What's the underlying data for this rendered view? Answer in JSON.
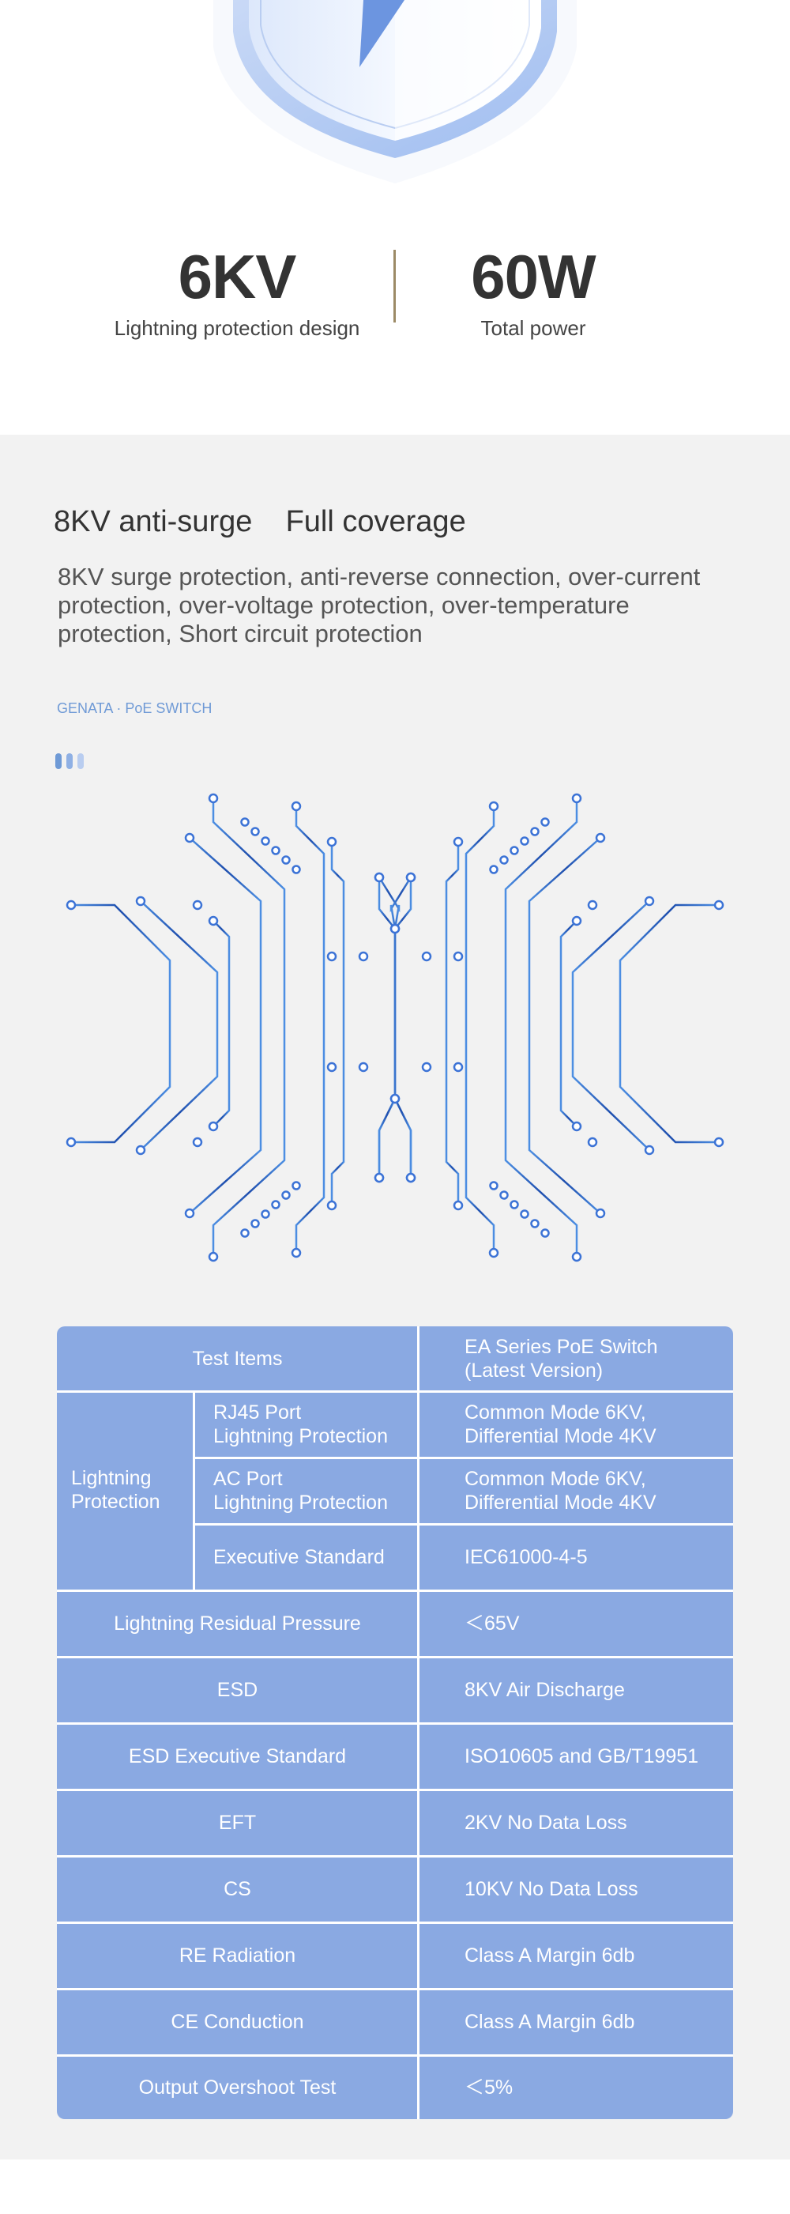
{
  "stats": [
    {
      "value": "6KV",
      "label": "Lightning protection design"
    },
    {
      "value": "60W",
      "label": "Total power"
    }
  ],
  "section": {
    "heading": "8KV anti-surge    Full coverage",
    "description": "8KV surge protection, anti-reverse connection, over-current protection, over-voltage protection, over-temperature protection, Short circuit protection",
    "brand": "GENATA · PoE SWITCH"
  },
  "colors": {
    "accent_blue": "#8aa9e2",
    "brand_blue": "#6f9ad6",
    "circuit_blue": "#2f64c6",
    "divider": "#9c8a66"
  },
  "table": {
    "header_item": "Test Items",
    "header_value": "EA Series PoE Switch\n(Latest Version)",
    "lightning_group": "Lightning\nProtection",
    "lightning_rows": [
      {
        "item": "RJ45 Port\nLightning Protection",
        "value": "Common Mode 6KV,\nDifferential Mode  4KV"
      },
      {
        "item": "AC Port\nLightning Protection",
        "value": "Common Mode 6KV,\nDifferential Mode 4KV"
      },
      {
        "item": "Executive Standard",
        "value": "IEC61000-4-5"
      }
    ],
    "rows": [
      {
        "item": "Lightning Residual Pressure",
        "value": "＜65V"
      },
      {
        "item": "ESD",
        "value": "8KV Air Discharge"
      },
      {
        "item": "ESD Executive Standard",
        "value": "ISO10605  and GB/T19951"
      },
      {
        "item": "EFT",
        "value": "2KV No Data Loss"
      },
      {
        "item": "CS",
        "value": "10KV No Data Loss"
      },
      {
        "item": "RE Radiation",
        "value": "Class A Margin 6db"
      },
      {
        "item": "CE Conduction",
        "value": "Class A Margin 6db"
      },
      {
        "item": "Output Overshoot Test",
        "value": "＜5%"
      }
    ]
  }
}
